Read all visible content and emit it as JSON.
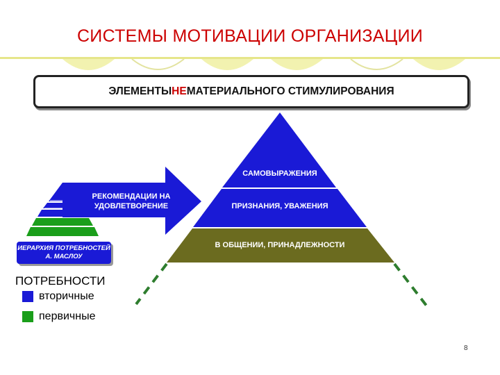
{
  "title": "СИСТЕМЫ МОТИВАЦИИ ОРГАНИЗАЦИИ",
  "banner": {
    "prefix": "ЭЛЕМЕНТЫ ",
    "highlight": "НЕ",
    "suffix": "МАТЕРИАЛЬНОГО СТИМУЛИРОВАНИЯ"
  },
  "arrow": {
    "line1": "РЕКОМЕНДАЦИИ НА",
    "line2": "УДОВЛЕТВОРЕНИЕ"
  },
  "pyramid": {
    "levels": [
      {
        "label": "САМОВЫРАЖЕНИЯ",
        "color": "#1a1ad6"
      },
      {
        "label": "ПРИЗНАНИЯ, УВАЖЕНИЯ",
        "color": "#1a1ad6"
      },
      {
        "label": "В ОБЩЕНИИ, ПРИНАДЛЕЖНОСТИ",
        "color": "#6b6b1f"
      }
    ]
  },
  "maslow": {
    "line1": "ИЕРАРХИЯ ПОТРЕБНОСТЕЙ",
    "line2": "А. МАСЛОУ"
  },
  "legend": {
    "title": "ПОТРЕБНОСТИ",
    "items": [
      {
        "label": "вторичные",
        "color": "#1a1ad6"
      },
      {
        "label": "первичные",
        "color": "#1a9e1a"
      }
    ]
  },
  "page_number": "8",
  "colors": {
    "title": "#cc0000",
    "blue": "#1a1ad6",
    "green": "#1a9e1a",
    "olive": "#6b6b1f",
    "dash": "#2e7d2e"
  }
}
